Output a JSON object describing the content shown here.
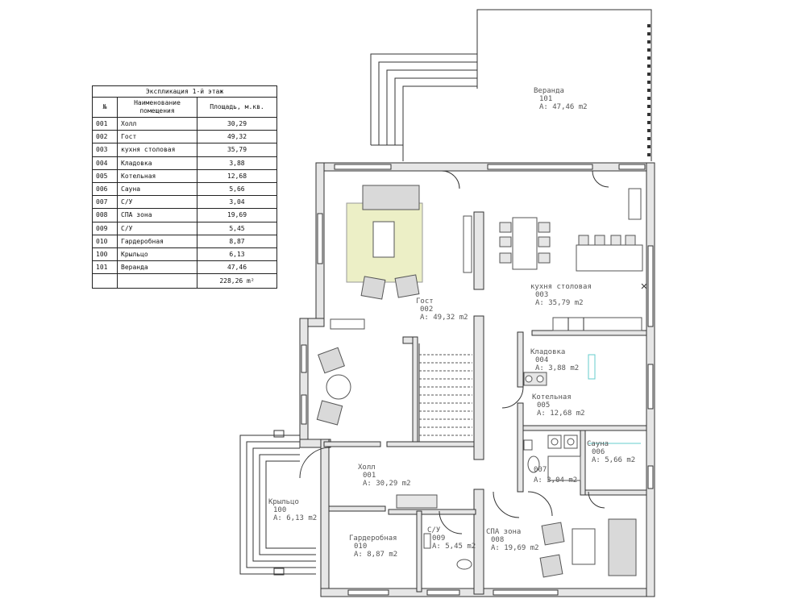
{
  "table": {
    "title": "Экспликация 1-й этаж",
    "headers": [
      "№",
      "Наименование помещения",
      "Площадь, м.кв."
    ],
    "rows": [
      [
        "001",
        "Холл",
        "30,29"
      ],
      [
        "002",
        "Гост",
        "49,32"
      ],
      [
        "003",
        "кухня столовая",
        "35,79"
      ],
      [
        "004",
        "Кладовка",
        "3,88"
      ],
      [
        "005",
        "Котельная",
        "12,68"
      ],
      [
        "006",
        "Сауна",
        "5,66"
      ],
      [
        "007",
        "С/У",
        "3,04"
      ],
      [
        "008",
        "СПА зона",
        "19,69"
      ],
      [
        "009",
        "С/У",
        "5,45"
      ],
      [
        "010",
        "Гардеробная",
        "8,87"
      ],
      [
        "100",
        "Крыльцо",
        "6,13"
      ],
      [
        "101",
        "Веранда",
        "47,46"
      ]
    ],
    "total": "228,26 m²"
  },
  "rooms": {
    "veranda": {
      "name": "Веранда",
      "num": "101",
      "area": "A: 47,46 m2"
    },
    "gost": {
      "name": "Гост",
      "num": "002",
      "area": "A: 49,32 m2"
    },
    "kitchen": {
      "name": "кухня столовая",
      "num": "003",
      "area": "A: 35,79 m2"
    },
    "pantry": {
      "name": "Кладовка",
      "num": "004",
      "area": "A: 3,88 m2"
    },
    "boiler": {
      "name": "Котельная",
      "num": "005",
      "area": "A: 12,68 m2"
    },
    "sauna": {
      "name": "Сауна",
      "num": "006",
      "area": "A: 5,66 m2"
    },
    "wc7": {
      "name": "",
      "num": "007",
      "area": "A: 3,04 m2"
    },
    "hall": {
      "name": "Холл",
      "num": "001",
      "area": "A: 30,29 m2"
    },
    "porch": {
      "name": "Крыльцо",
      "num": "100",
      "area": "A: 6,13 m2"
    },
    "wardrobe": {
      "name": "Гардеробная",
      "num": "010",
      "area": "A: 8,87 m2"
    },
    "wc9": {
      "name": "С/У",
      "num": "009",
      "area": "A: 5,45 m2"
    },
    "spa": {
      "name": "СПА зона",
      "num": "008",
      "area": "A: 19,69 m2"
    }
  }
}
